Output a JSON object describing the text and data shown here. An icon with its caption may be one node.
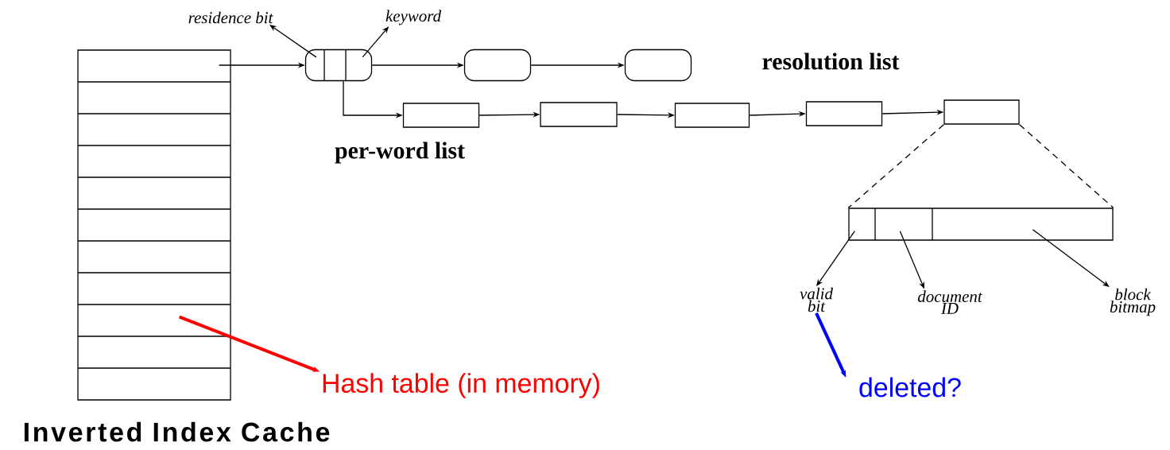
{
  "diagram": {
    "nodes": [
      {
        "text": [],
        "shape": "box",
        "beside": [
          "Inverted Index Cache"
        ]
      },
      {
        "text": [],
        "shape": "box"
      },
      {
        "text": [],
        "shape": "box"
      },
      {
        "text": [],
        "shape": "box"
      },
      {
        "text": [],
        "shape": "box"
      },
      {
        "text": [],
        "shape": "box"
      },
      {
        "text": [],
        "shape": "box"
      },
      {
        "text": [],
        "shape": "box"
      },
      {
        "text": [],
        "shape": "box"
      },
      {
        "text": [],
        "shape": "box"
      },
      {
        "text": [
          "residence bit"
        ]
      },
      {
        "text": [
          "keyword"
        ]
      },
      {
        "text": [
          "valid bit"
        ]
      },
      {
        "text": [
          "document ID"
        ]
      },
      {
        "text": [
          "block bitmap"
        ]
      },
      {
        "text": [
          "Hash table (in memory)"
        ]
      },
      {
        "text": [
          "deleted?"
        ]
      }
    ],
    "edges": [
      {
        "from": 0,
        "to": 1,
        "arrow": "to"
      },
      {
        "from": 1,
        "to": 2,
        "arrow": "to"
      },
      {
        "from": 2,
        "to": 3,
        "arrow": "to"
      },
      {
        "from": 1,
        "to": 4,
        "arrow": "to"
      },
      {
        "from": 4,
        "to": 5,
        "arrow": "to"
      },
      {
        "from": 5,
        "to": 6,
        "arrow": "to"
      },
      {
        "from": 6,
        "to": 7,
        "arrow": "to"
      },
      {
        "from": 7,
        "to": 8,
        "arrow": "to"
      },
      {
        "from": 8,
        "to": 9,
        "arrow": "none",
        "style": "dashed"
      },
      {
        "from": 8,
        "to": 9,
        "arrow": "none",
        "style": "dashed"
      },
      {
        "from": 1,
        "to": 10,
        "arrow": "to"
      },
      {
        "from": 1,
        "to": 11,
        "arrow": "to"
      },
      {
        "from": 9,
        "to": 12,
        "arrow": "to"
      },
      {
        "from": 9,
        "to": 13,
        "arrow": "to"
      },
      {
        "from": 9,
        "to": 14,
        "arrow": "to"
      },
      {
        "from": 0,
        "to": 15,
        "arrow": "to",
        "style": "thick",
        "color": "#ff0000"
      },
      {
        "from": 12,
        "to": 16,
        "arrow": "to",
        "style": "thick",
        "color": "#0000ff"
      }
    ],
    "labels": [
      "resolution list",
      "per-word list"
    ]
  }
}
